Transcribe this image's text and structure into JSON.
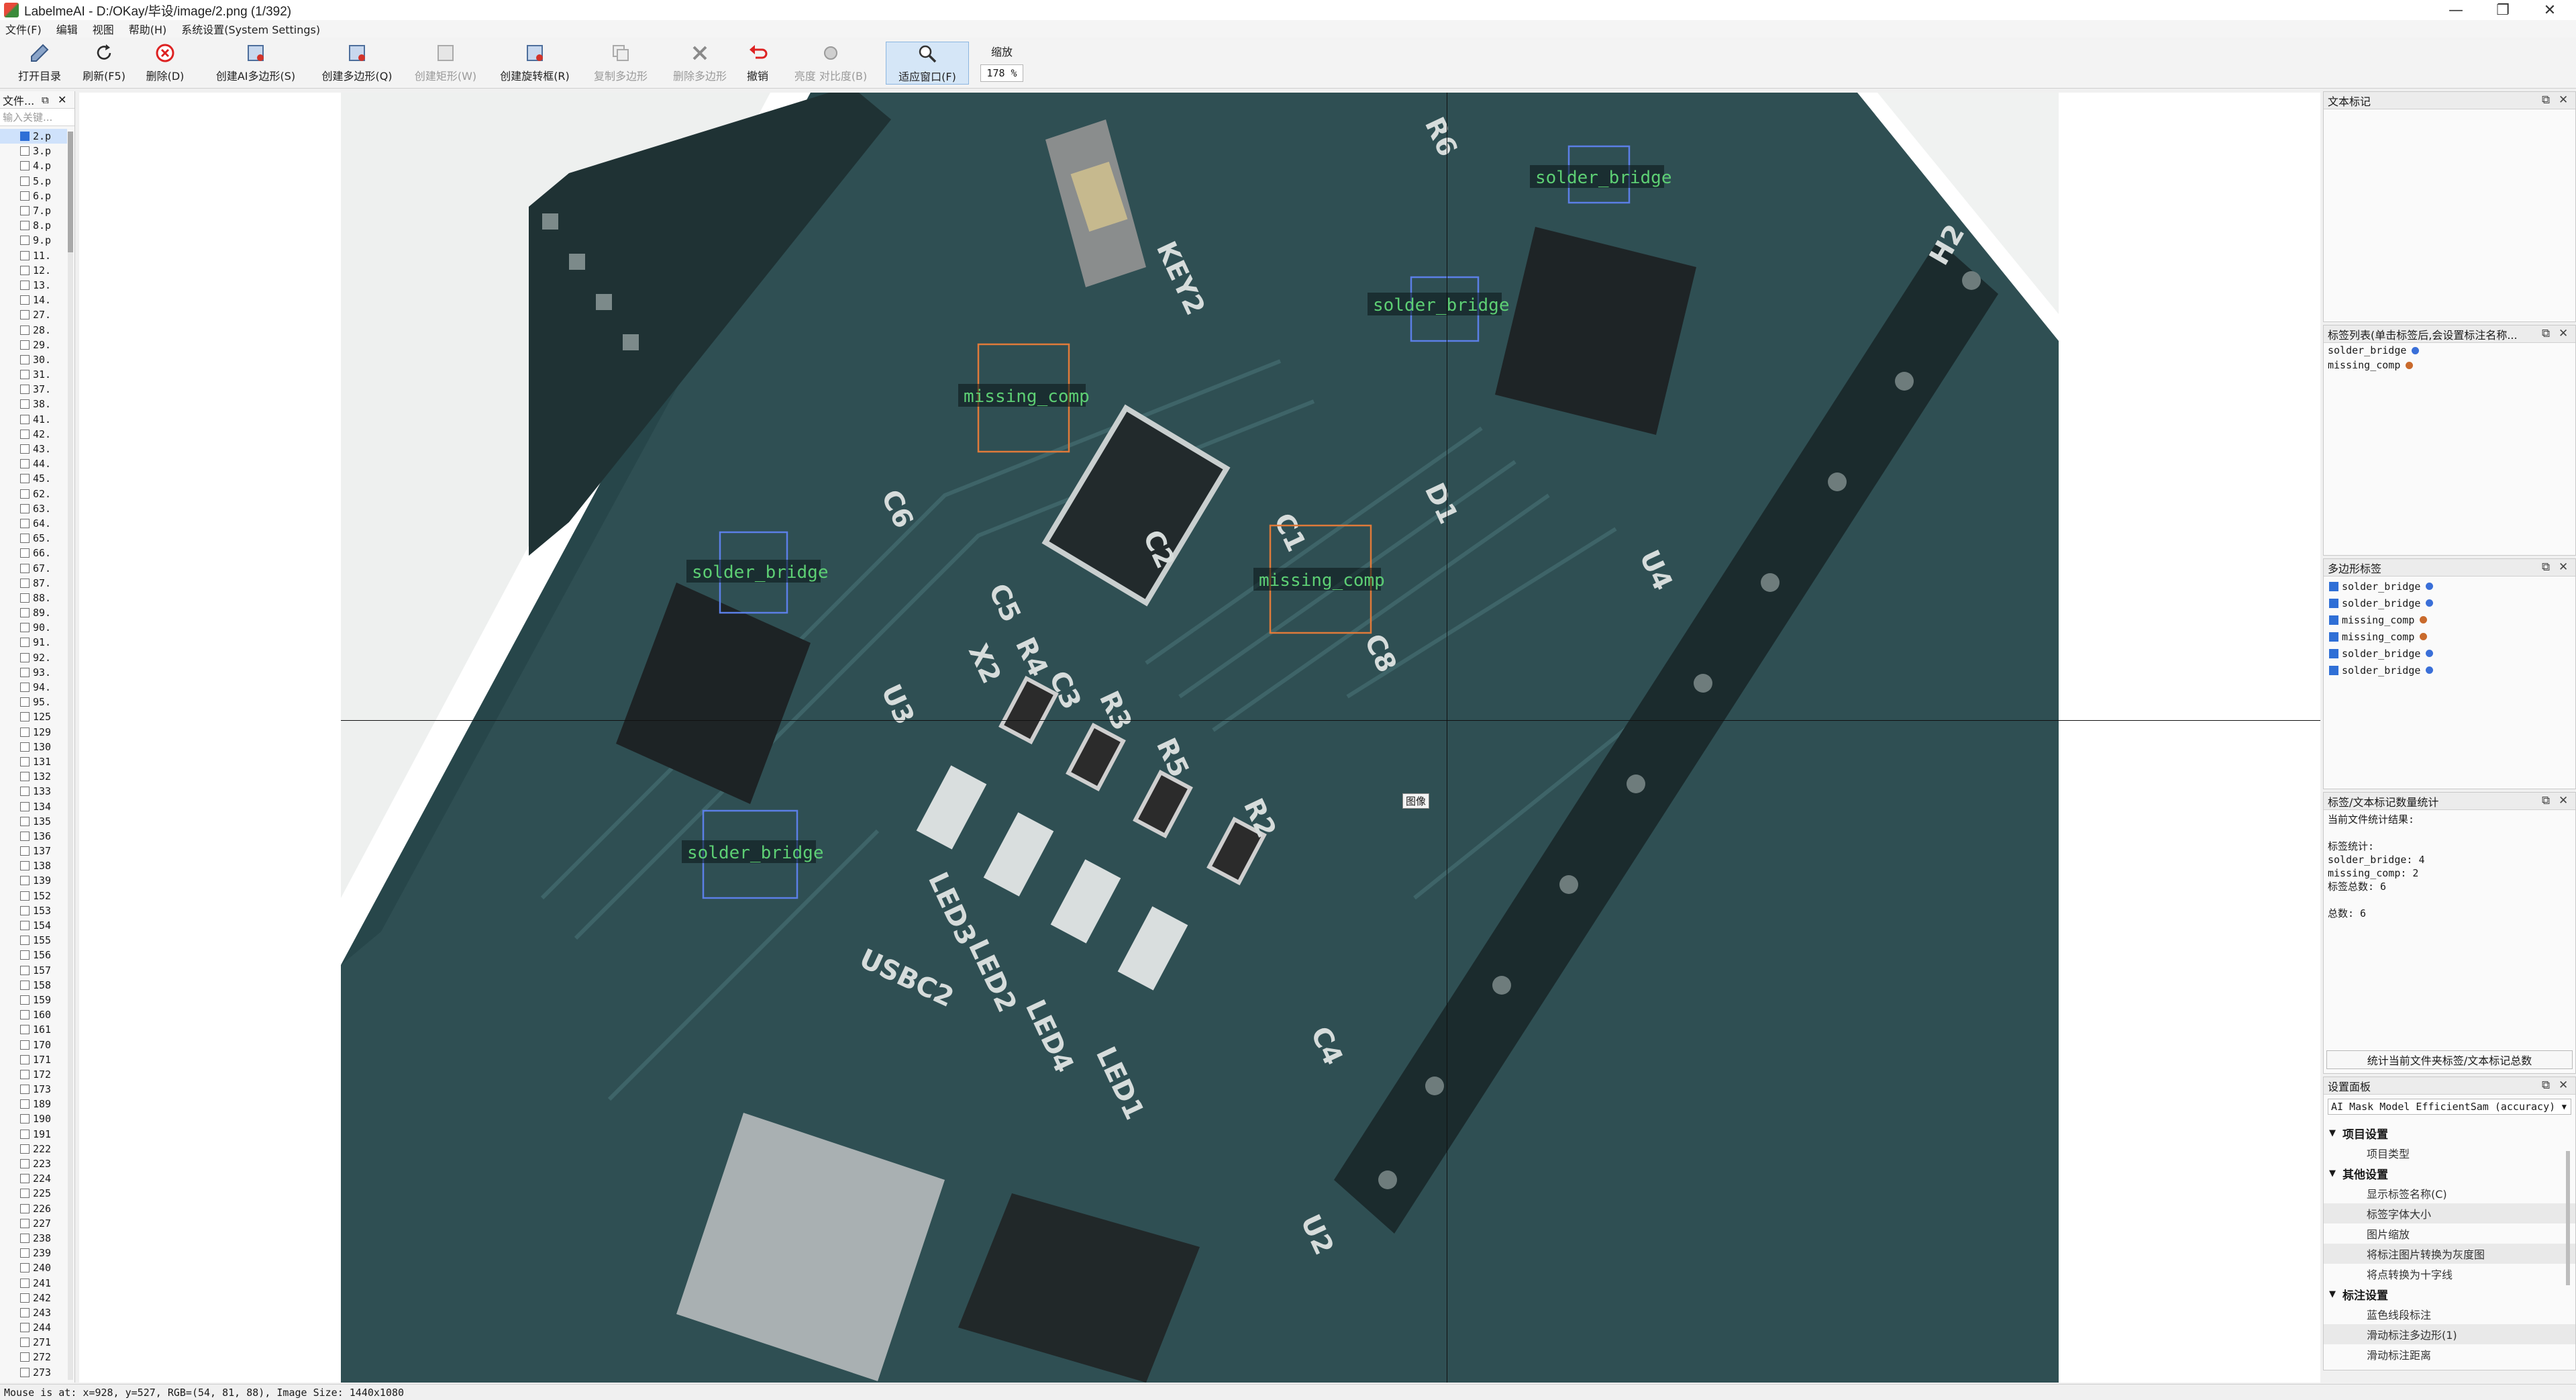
{
  "window": {
    "title": "LabelmeAI - D:/OKay/毕设/image/2.png (1/392)",
    "minimize": "—",
    "maximize": "❐",
    "close": "✕"
  },
  "menu": [
    {
      "label": "文件(F)"
    },
    {
      "label": "编辑"
    },
    {
      "label": "视图"
    },
    {
      "label": "帮助(H)"
    },
    {
      "label": "系统设置(System Settings)"
    }
  ],
  "toolbar": {
    "open_dir": "打开目录",
    "refresh": "刷新(F5)",
    "delete": "删除(D)",
    "create_ai_polygon": "创建AI多边形(S)",
    "create_polygon": "创建多边形(Q)",
    "create_rect": "创建矩形(W)",
    "create_rotated": "创建旋转框(R)",
    "copy_polygon": "复制多边形",
    "delete_polygon": "删除多边形",
    "undo": "撤销",
    "brightness": "亮度",
    "contrast": "对比度(B)",
    "fit_window": "适应窗口(F)",
    "zoom_title": "缩放",
    "zoom_value": "178 %"
  },
  "file_dock": {
    "title": "文件...",
    "filter_placeholder": "输入关键...",
    "files": [
      "2.p",
      "3.p",
      "4.p",
      "5.p",
      "6.p",
      "7.p",
      "8.p",
      "9.p",
      "11.",
      "12.",
      "13.",
      "14.",
      "27.",
      "28.",
      "29.",
      "30.",
      "31.",
      "37.",
      "38.",
      "41.",
      "42.",
      "43.",
      "44.",
      "45.",
      "62.",
      "63.",
      "64.",
      "65.",
      "66.",
      "67.",
      "87.",
      "88.",
      "89.",
      "90.",
      "91.",
      "92.",
      "93.",
      "94.",
      "95.",
      "125",
      "129",
      "130",
      "131",
      "132",
      "133",
      "134",
      "135",
      "136",
      "137",
      "138",
      "139",
      "152",
      "153",
      "154",
      "155",
      "156",
      "157",
      "158",
      "159",
      "160",
      "161",
      "170",
      "171",
      "172",
      "173",
      "189",
      "190",
      "191",
      "222",
      "223",
      "224",
      "225",
      "226",
      "227",
      "238",
      "239",
      "240",
      "241",
      "242",
      "243",
      "244",
      "271",
      "272",
      "273"
    ]
  },
  "canvas": {
    "annotations": [
      {
        "label": "solder_bridge",
        "color": "#5b7fe6"
      },
      {
        "label": "solder_bridge",
        "color": "#5b7fe6"
      },
      {
        "label": "missing_comp",
        "color": "#e07a3a"
      },
      {
        "label": "solder_bridge",
        "color": "#5b7fe6"
      },
      {
        "label": "missing_comp",
        "color": "#e07a3a"
      },
      {
        "label": "solder_bridge",
        "color": "#5b7fe6"
      }
    ],
    "tooltip": "图像",
    "silkscreen": [
      "KEY2",
      "R6",
      "H2",
      "C6",
      "C5",
      "C2",
      "C3",
      "C8",
      "U4",
      "D1",
      "X2",
      "R4",
      "R3",
      "R5",
      "R2",
      "U3",
      "LED3",
      "LED2",
      "LED4",
      "LED1",
      "C4",
      "USBC2",
      "U2",
      "C1"
    ]
  },
  "text_dock": {
    "title": "文本标记"
  },
  "label_dock": {
    "title": "标签列表(单击标签后,会设置标注名称...",
    "items": [
      {
        "label": "solder_bridge",
        "color": "#3a6fd8"
      },
      {
        "label": "missing_comp",
        "color": "#c96a2c"
      }
    ]
  },
  "polygon_dock": {
    "title": "多边形标签",
    "items": [
      {
        "label": "solder_bridge",
        "color": "#3a6fd8"
      },
      {
        "label": "solder_bridge",
        "color": "#3a6fd8"
      },
      {
        "label": "missing_comp",
        "color": "#c96a2c"
      },
      {
        "label": "missing_comp",
        "color": "#c96a2c"
      },
      {
        "label": "solder_bridge",
        "color": "#3a6fd8"
      },
      {
        "label": "solder_bridge",
        "color": "#3a6fd8"
      }
    ]
  },
  "stats_dock": {
    "title": "标签/文本标记数量统计",
    "lines": [
      "当前文件统计结果:",
      "",
      "标签统计:",
      "solder_bridge: 4",
      "missing_comp: 2",
      "标签总数: 6",
      "",
      "总数: 6"
    ],
    "button": "统计当前文件夹标签/文本标记总数"
  },
  "settings_dock": {
    "title": "设置面板",
    "ai_model": "AI Mask Model EfficientSam (accuracy)",
    "groups": [
      {
        "title": "项目设置",
        "items": [
          {
            "label": "项目类型",
            "shaded": false
          }
        ]
      },
      {
        "title": "其他设置",
        "items": [
          {
            "label": "显示标签名称(C)",
            "shaded": false
          },
          {
            "label": "标签字体大小",
            "shaded": true
          },
          {
            "label": "图片缩放",
            "shaded": false
          },
          {
            "label": "将标注图片转换为灰度图",
            "shaded": true
          },
          {
            "label": "将点转换为十字线",
            "shaded": false
          }
        ]
      },
      {
        "title": "标注设置",
        "items": [
          {
            "label": "蓝色线段标注",
            "shaded": false
          },
          {
            "label": "滑动标注多边形(1)",
            "shaded": true
          },
          {
            "label": "滑动标注距离",
            "shaded": false
          }
        ]
      }
    ]
  },
  "status": {
    "text": "Mouse is at: x=928, y=527, RGB=(54, 81, 88), Image Size: 1440x1080"
  }
}
